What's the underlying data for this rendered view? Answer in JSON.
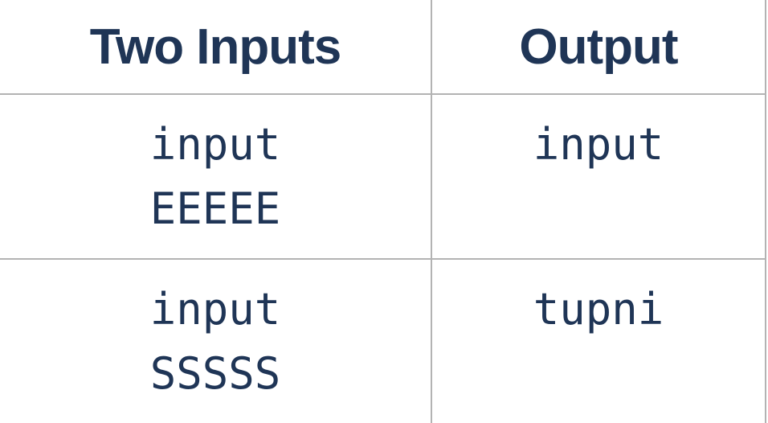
{
  "table": {
    "headers": [
      "Two Inputs",
      "Output"
    ],
    "rows": [
      {
        "inputs": [
          "input",
          "EEEEE"
        ],
        "output": "input"
      },
      {
        "inputs": [
          "input",
          "SSSSS"
        ],
        "output": "tupni"
      }
    ]
  }
}
